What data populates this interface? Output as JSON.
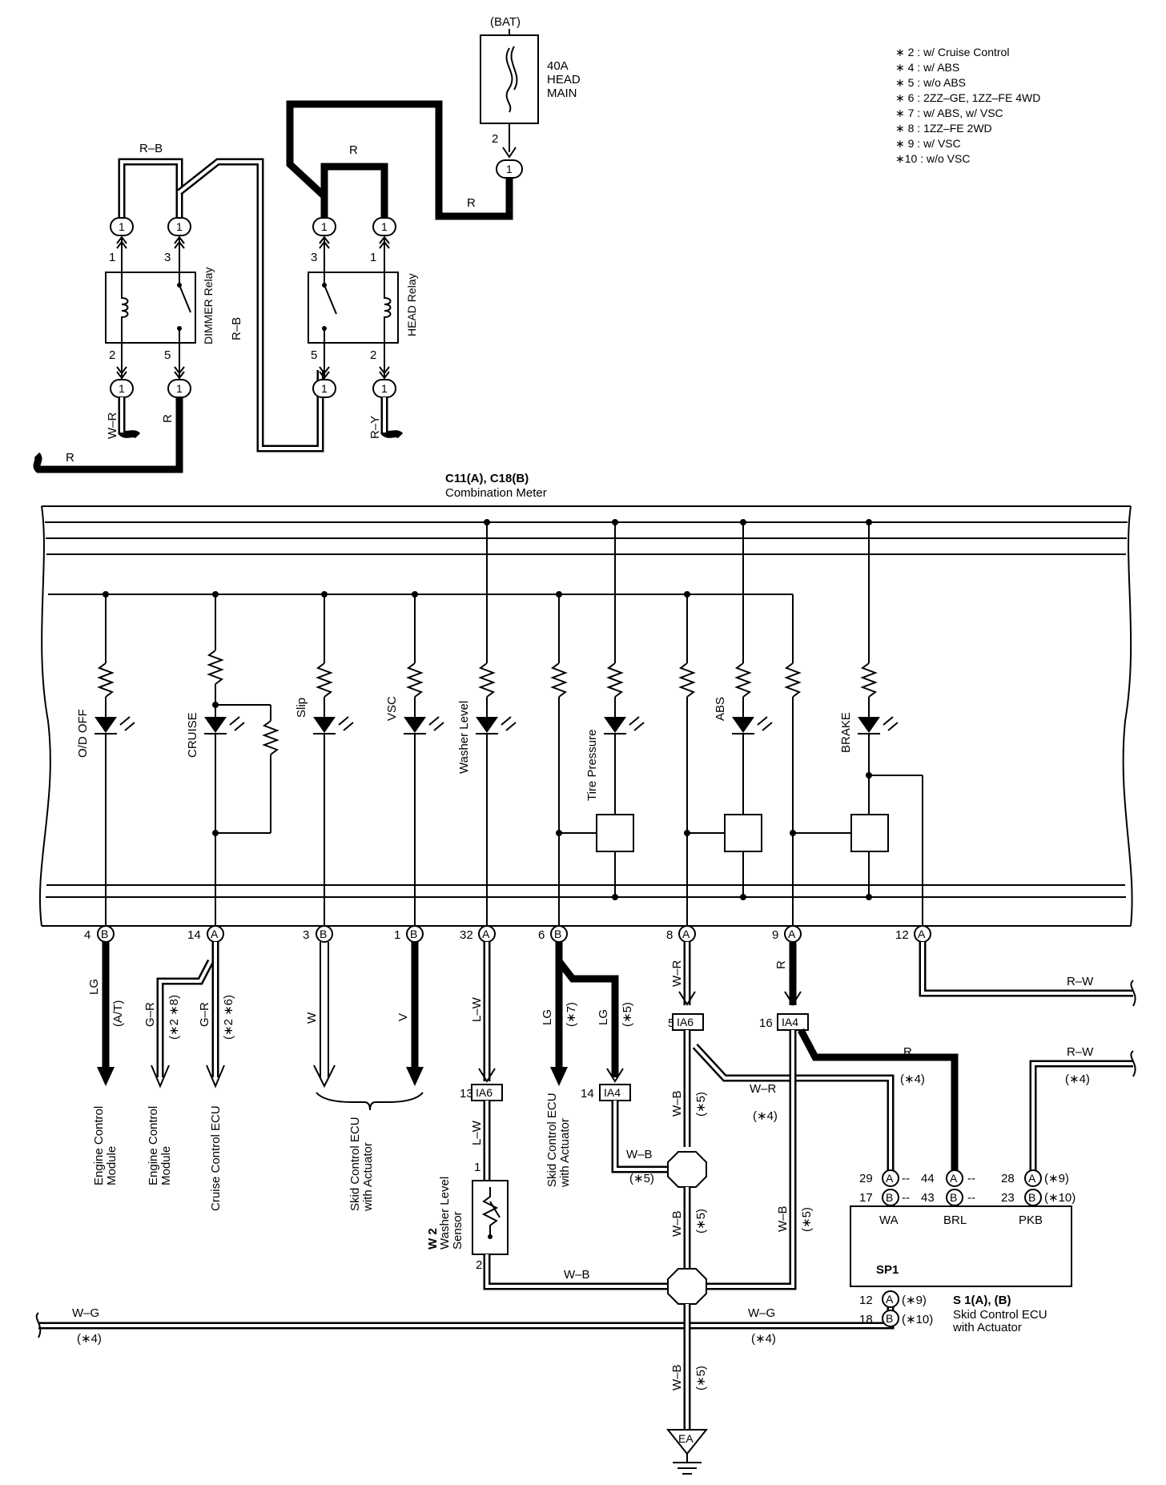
{
  "notes": [
    "∗ 2 : w/ Cruise Control",
    "∗ 4 : w/ ABS",
    "∗ 5 : w/o ABS",
    "∗ 6 : 2ZZ–GE,  1ZZ–FE 4WD",
    "∗ 7 : w/ ABS,  w/ VSC",
    "∗ 8 : 1ZZ–FE 2WD",
    "∗ 9 : w/ VSC",
    "∗10 : w/o VSC"
  ],
  "battery": {
    "label": "(BAT)",
    "fuse_lines": [
      "40A",
      "HEAD",
      "MAIN"
    ],
    "pin": "2",
    "connector": "1"
  },
  "relays": {
    "dimmer": {
      "label": "DIMMER Relay",
      "pins": [
        "1",
        "3",
        "2",
        "5"
      ],
      "connectors": [
        "1",
        "1",
        "1",
        "1"
      ]
    },
    "head": {
      "label": "HEAD Relay",
      "pins": [
        "3",
        "1",
        "5",
        "2"
      ],
      "connectors": [
        "1",
        "1",
        "1",
        "1"
      ]
    }
  },
  "wires_top": {
    "rb_top": "R–B",
    "r_top": "R",
    "r_bat": "R",
    "rb_side": "R–B",
    "wr": "W–R",
    "r_dim": "R",
    "ry": "R–Y",
    "r_left": "R"
  },
  "meter": {
    "title_line1": "C11(A), C18(B)",
    "title_line2": "Combination Meter"
  },
  "indicators": [
    "O/D OFF",
    "CRUISE",
    "Slip",
    "VSC",
    "Washer Level",
    "Tire Pressure",
    "ABS",
    "BRAKE"
  ],
  "meter_pins": [
    {
      "num": "4",
      "conn": "B"
    },
    {
      "num": "14",
      "conn": "A"
    },
    {
      "num": "3",
      "conn": "B"
    },
    {
      "num": "1",
      "conn": "B"
    },
    {
      "num": "32",
      "conn": "A"
    },
    {
      "num": "6",
      "conn": "B"
    },
    {
      "num": "8",
      "conn": "A"
    },
    {
      "num": "9",
      "conn": "A"
    },
    {
      "num": "12",
      "conn": "A"
    }
  ],
  "lower_wires": {
    "lg_ecm": "LG",
    "at": "(A/T)",
    "gr_ecm": "G–R",
    "gr_ecm_note": "(∗2 ∗8)",
    "gr_cruise": "G–R",
    "gr_cruise_note": "(∗2 ∗6)",
    "w": "W",
    "v": "V",
    "lw": "L–W",
    "lw2": "L–W",
    "lg7": "LG",
    "lg7_note": "(∗7)",
    "lg5": "LG",
    "lg5_note": "(∗5)",
    "wr8": "W–R",
    "r9": "R",
    "rw12": "R–W",
    "r_abs": "R",
    "r_abs_note": "(∗4)",
    "rw_abs": "R–W",
    "rw_abs_note": "(∗4)",
    "wb_ia6": "W–B",
    "wb_ia6_note": "(∗5)",
    "wr_ia6": "W–R",
    "wr_ia6_note": "(∗4)",
    "wb_ia4": "W–B",
    "wb_ia4_note": "(∗5)",
    "wb_mid": "W–B",
    "wb_mid_note": "(∗5)",
    "wb_ia4b": "W–B",
    "wb_ia4b_note": "(∗5)",
    "wb_w2": "W–B",
    "wg_left": "W–G",
    "wg_left_note": "(∗4)",
    "wg_right": "W–G",
    "wg_right_note": "(∗4)",
    "wb_gnd": "W–B",
    "wb_gnd_note": "(∗5)"
  },
  "destinations": {
    "ecm_at": [
      "Engine Control",
      "Module"
    ],
    "ecm": [
      "Engine Control",
      "Module"
    ],
    "cruise_ecu": [
      "Cruise Control ECU"
    ],
    "skid_ecu_wv": [
      "Skid Control ECU",
      "with Actuator"
    ],
    "skid_ecu_lg": [
      "Skid Control ECU",
      "with Actuator"
    ]
  },
  "junctions": {
    "ia6_upper": {
      "pin": "5",
      "label": "IA6"
    },
    "ia4_upper": {
      "pin": "16",
      "label": "IA4"
    },
    "ia6_lower": {
      "pin": "13",
      "label": "IA6"
    },
    "ia4_lower": {
      "pin": "14",
      "label": "IA4"
    }
  },
  "washer_sensor": {
    "code": "W 2",
    "name_lines": [
      "Washer Level",
      "Sensor"
    ],
    "pin_top": "1",
    "pin_bottom": "2"
  },
  "skid_ecu": {
    "title": "S 1(A), (B)",
    "name_lines": [
      "Skid Control ECU",
      "with Actuator"
    ],
    "terminals": [
      "WA",
      "BRL",
      "PKB"
    ],
    "internal": "SP1",
    "pins_row1": [
      {
        "num": "29",
        "conn": "A"
      },
      {
        "num": "44",
        "conn": "A"
      },
      {
        "num": "28",
        "conn": "A",
        "note": "(∗9)"
      }
    ],
    "pins_row2": [
      {
        "num": "17",
        "conn": "B"
      },
      {
        "num": "43",
        "conn": "B"
      },
      {
        "num": "23",
        "conn": "B",
        "note": "(∗10)"
      }
    ],
    "pins_bottom": [
      {
        "num": "12",
        "conn": "A",
        "note": "(∗9)"
      },
      {
        "num": "18",
        "conn": "B",
        "note": "(∗10)"
      }
    ]
  },
  "ground": {
    "label": "EA"
  }
}
